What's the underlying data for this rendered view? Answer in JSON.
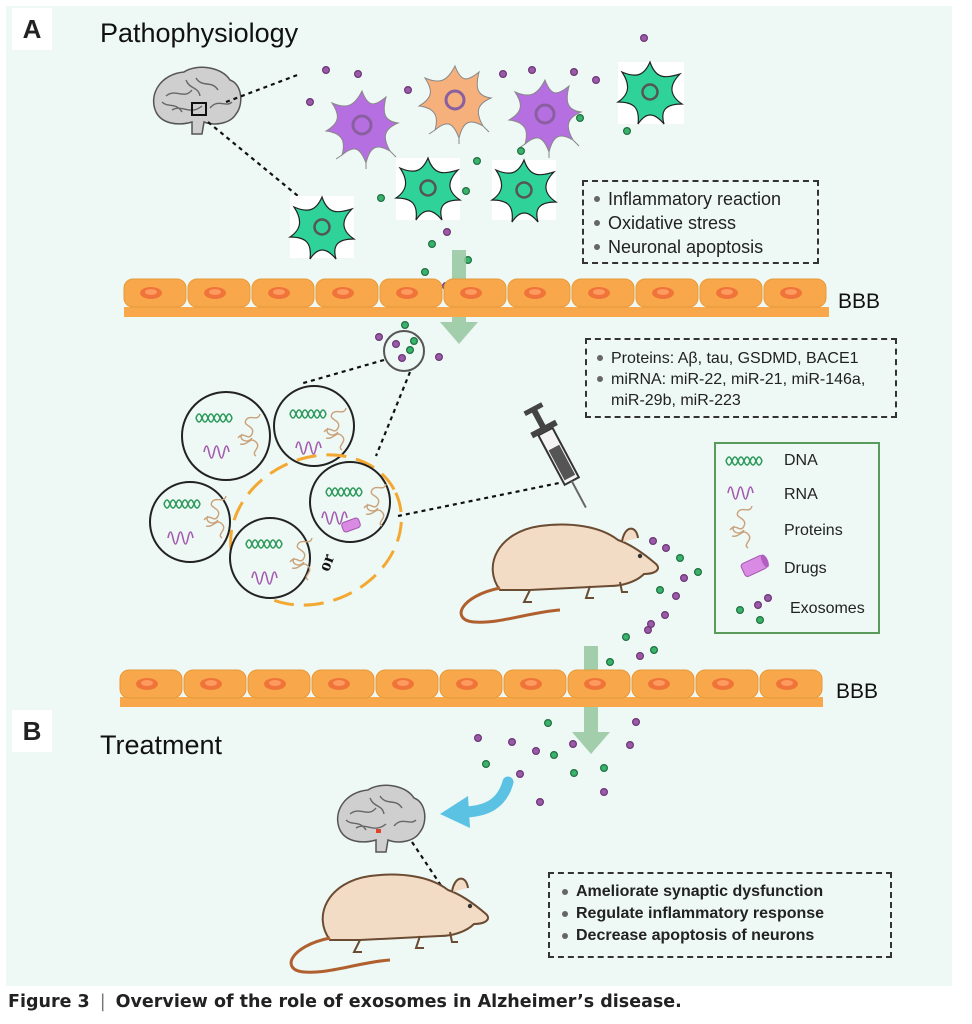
{
  "panel_a": {
    "letter": "A",
    "title": "Pathophysiology"
  },
  "panel_b": {
    "letter": "B",
    "title": "Treatment"
  },
  "pathology_box": {
    "items": [
      "Inflammatory reaction",
      "Oxidative stress",
      "Neuronal apoptosis"
    ]
  },
  "bbb_label": "BBB",
  "biomarker_box": {
    "proteins": "Proteins: Aβ, tau, GSDMD, BACE1",
    "mirna_line1": "miRNA: miR-22, miR-21, miR-146a,",
    "mirna_line2": "miR-29b, miR-223"
  },
  "legend": {
    "items": [
      "DNA",
      "RNA",
      "Proteins",
      "Drugs",
      "Exosomes"
    ]
  },
  "or_label": "or",
  "treatment_box": {
    "items": [
      "Ameliorate synaptic dysfunction",
      "Regulate inflammatory response",
      "Decrease apoptosis of neurons"
    ]
  },
  "caption": {
    "figure": "Figure 3",
    "text": "Overview of the role of exosomes in Alzheimer’s disease."
  },
  "colors": {
    "glia_green": "#2fd39a",
    "glia_purple": "#b56fe0",
    "glia_orange": "#f6b07c",
    "cell_orange": "#f8a84a",
    "arrow_green": "#97c7a0",
    "arrow_blue": "#5bc2e4",
    "exo_green": "#3ab36a",
    "exo_purple": "#9b5aa8"
  }
}
